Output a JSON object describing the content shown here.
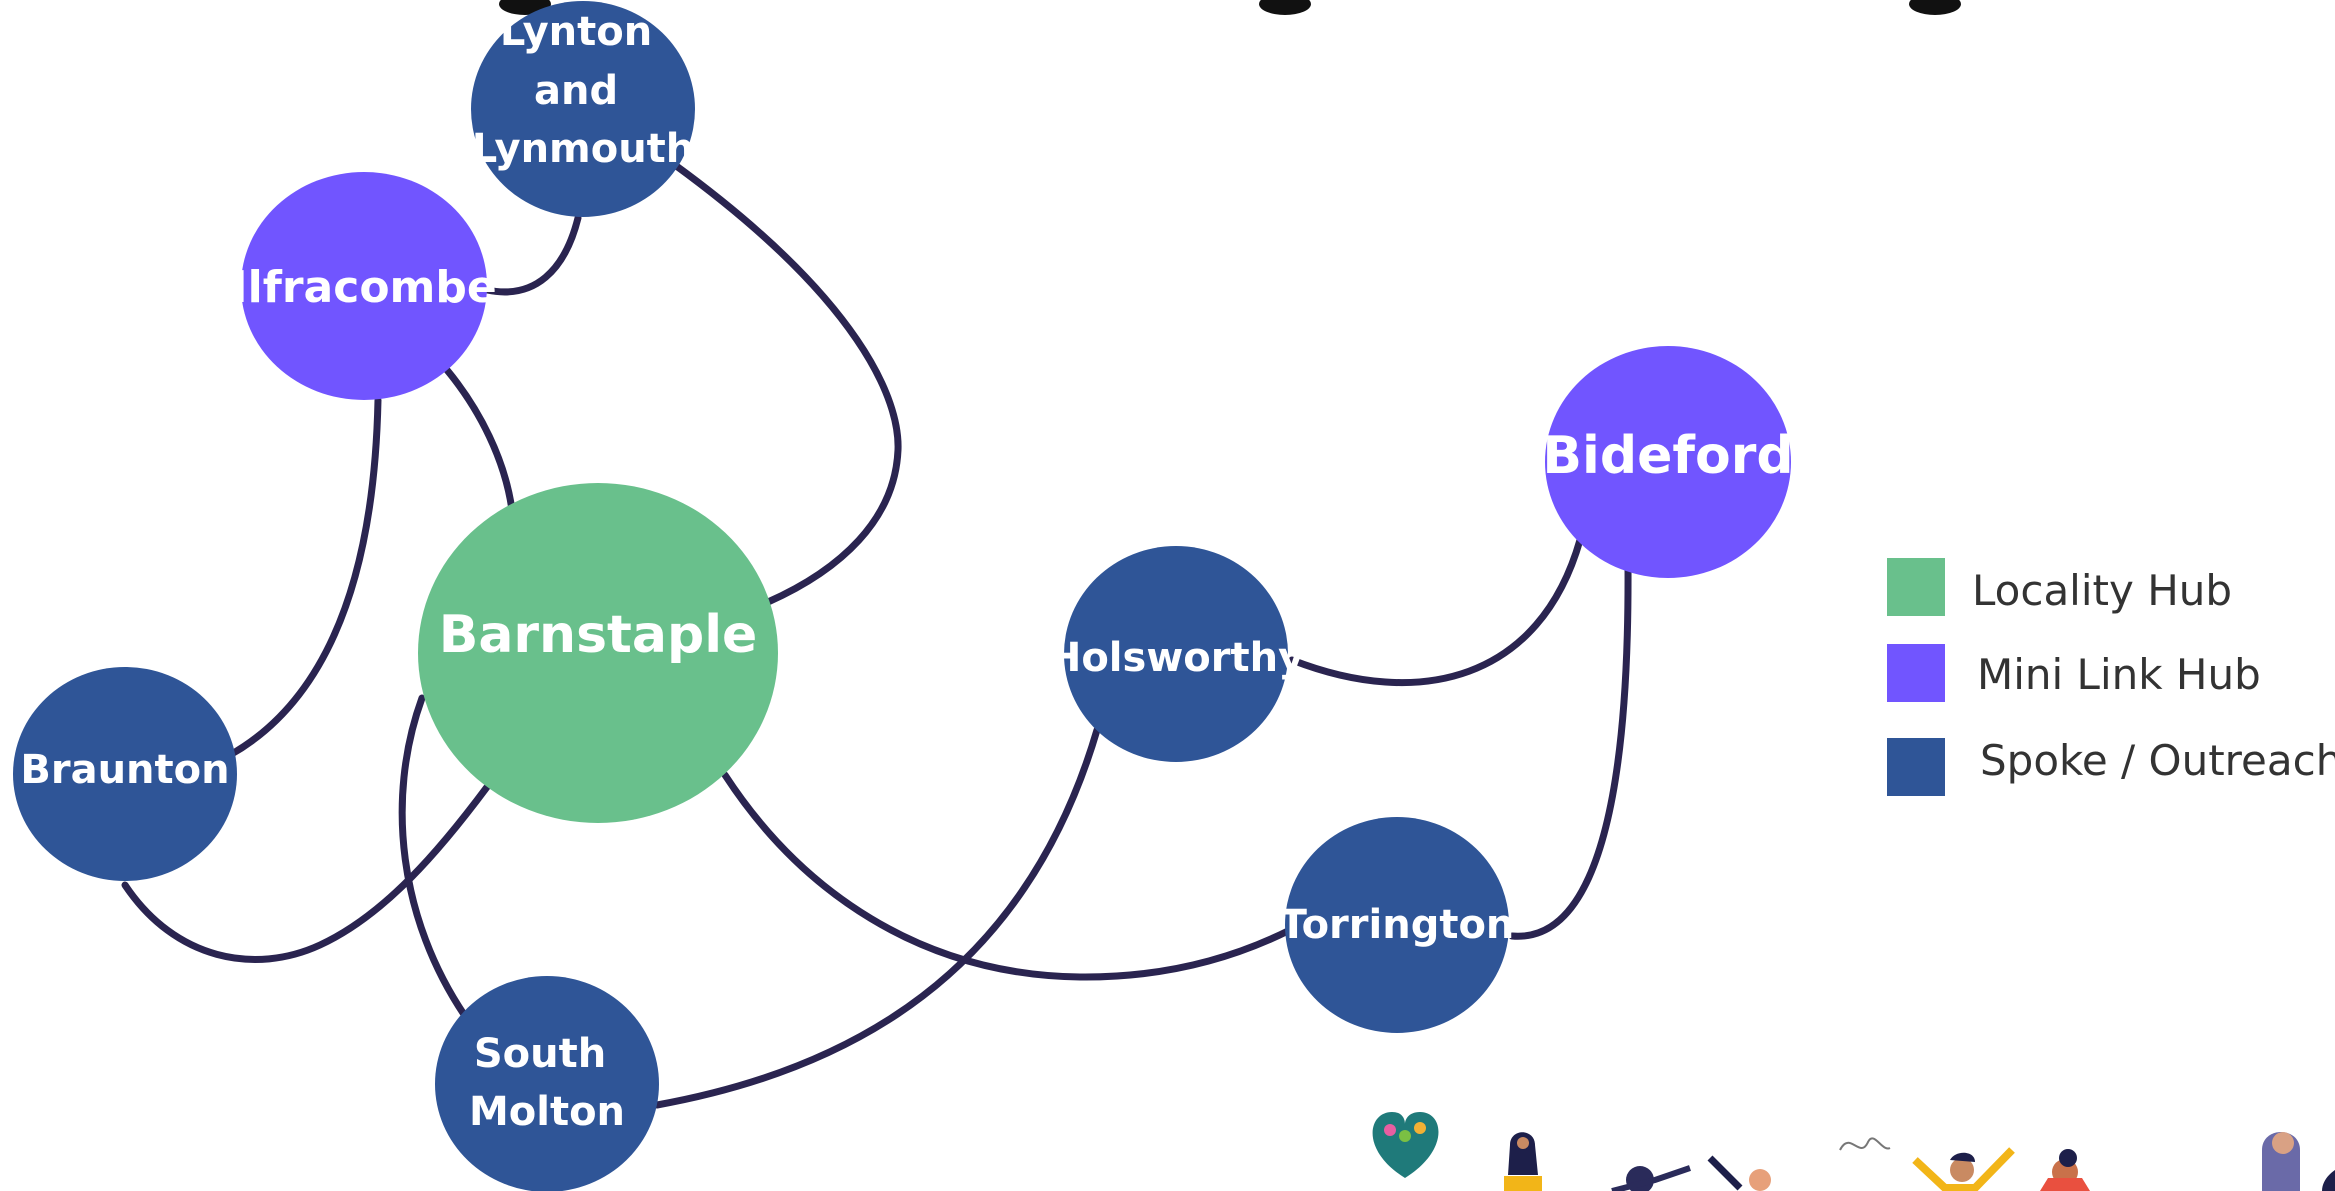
{
  "colors": {
    "locality_hub": "#69c08c",
    "mini_link_hub": "#7155ff",
    "spoke": "#2f5597",
    "connector": "#2a2450",
    "label": "#ffffff",
    "legend_text": "#333333"
  },
  "nodes": {
    "lynton": {
      "lines": [
        "Lynton",
        "and",
        "Lynmouth"
      ],
      "type": "spoke"
    },
    "ilfracombe": {
      "lines": [
        "Ilfracombe"
      ],
      "type": "mini_link_hub"
    },
    "barnstaple": {
      "lines": [
        "Barnstaple"
      ],
      "type": "locality_hub"
    },
    "braunton": {
      "lines": [
        "Braunton"
      ],
      "type": "spoke"
    },
    "south_molton": {
      "lines": [
        "South",
        "Molton"
      ],
      "type": "spoke"
    },
    "holsworthy": {
      "lines": [
        "Holsworthy"
      ],
      "type": "spoke"
    },
    "torrington": {
      "lines": [
        "Torrington"
      ],
      "type": "spoke"
    },
    "bideford": {
      "lines": [
        "Bideford"
      ],
      "type": "mini_link_hub"
    }
  },
  "edges": [
    [
      "lynton",
      "ilfracombe"
    ],
    [
      "lynton",
      "barnstaple"
    ],
    [
      "ilfracombe",
      "barnstaple"
    ],
    [
      "ilfracombe",
      "braunton"
    ],
    [
      "braunton",
      "barnstaple"
    ],
    [
      "barnstaple",
      "south_molton"
    ],
    [
      "barnstaple",
      "torrington"
    ],
    [
      "south_molton",
      "holsworthy"
    ],
    [
      "holsworthy",
      "bideford"
    ],
    [
      "torrington",
      "bideford"
    ]
  ],
  "legend": [
    {
      "label": "Locality Hub",
      "color": "#69c08c"
    },
    {
      "label": "Mini Link Hub",
      "color": "#7155ff"
    },
    {
      "label": "Spoke / Outreach",
      "color": "#2f5597"
    }
  ],
  "decoration": {
    "description_icon": "people-illustration"
  }
}
